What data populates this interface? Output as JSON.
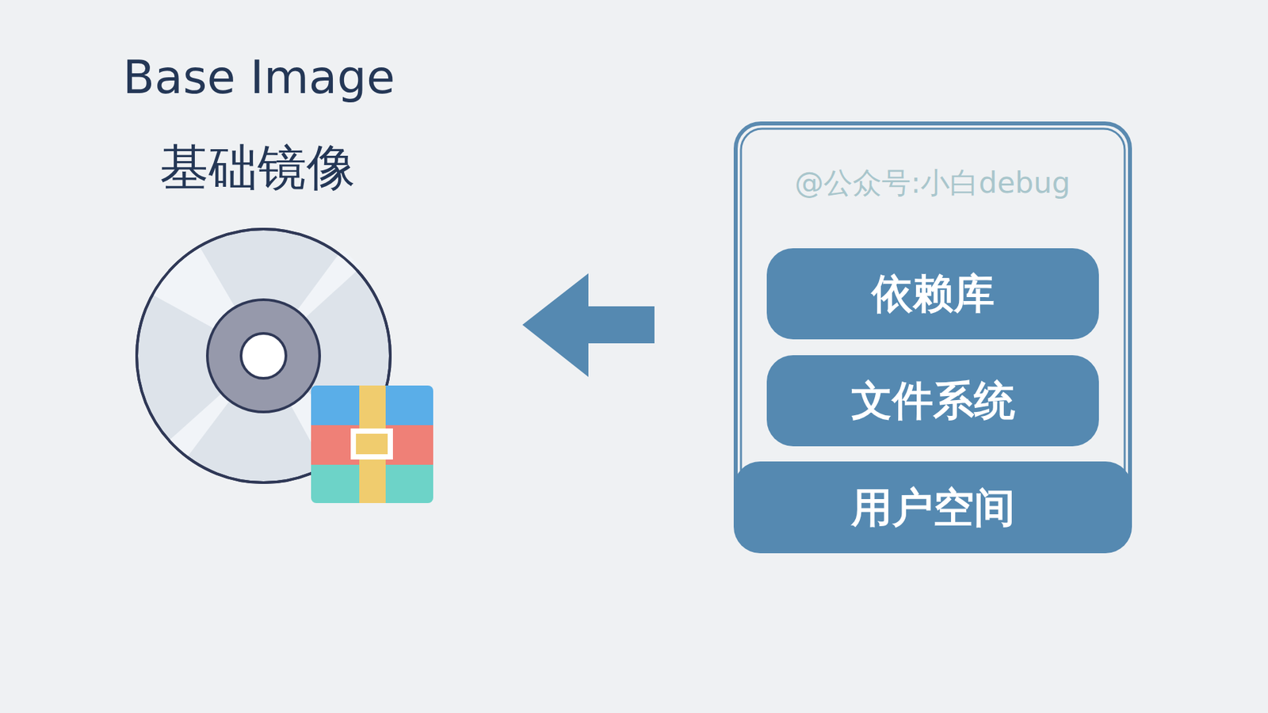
{
  "diagram": {
    "title": "Base Image",
    "nodes": [
      {
        "text": [
          "依赖库"
        ]
      },
      {
        "text": [
          "文件系统"
        ]
      },
      {
        "text": [
          "用户空间"
        ]
      }
    ],
    "labels": [
      "基础镜像",
      "@公众号:小白debug"
    ]
  }
}
